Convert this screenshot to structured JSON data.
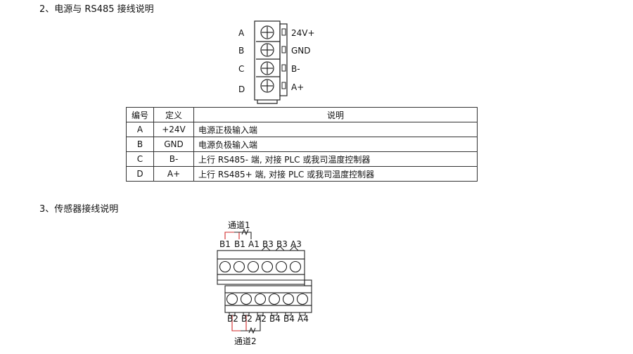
{
  "section2": {
    "title": "2、电源与 RS485 接线说明",
    "left_labels": [
      "A",
      "B",
      "C",
      "D"
    ],
    "right_labels": [
      "24V+",
      "GND",
      "B-",
      "A+"
    ]
  },
  "table": {
    "headers": [
      "编号",
      "定义",
      "说明"
    ],
    "rows": [
      [
        "A",
        "+24V",
        "电源正极输入端"
      ],
      [
        "B",
        "GND",
        "电源负极输入端"
      ],
      [
        "C",
        "B-",
        "上行 RS485- 端, 对接 PLC 或我司温度控制器"
      ],
      [
        "D",
        "A+",
        "上行 RS485+ 端, 对接 PLC 或我司温度控制器"
      ]
    ]
  },
  "section3": {
    "title": "3、传感器接线说明",
    "channel1": "通道1",
    "channel2": "通道2",
    "top_pins": [
      "B1",
      "B1",
      "A1",
      "B3",
      "B3",
      "A3"
    ],
    "bottom_pins": [
      "B2",
      "B2",
      "A2",
      "B4",
      "B4",
      "A4"
    ]
  },
  "colors": {
    "wire_red": "#d12b2b",
    "line": "#222222"
  }
}
